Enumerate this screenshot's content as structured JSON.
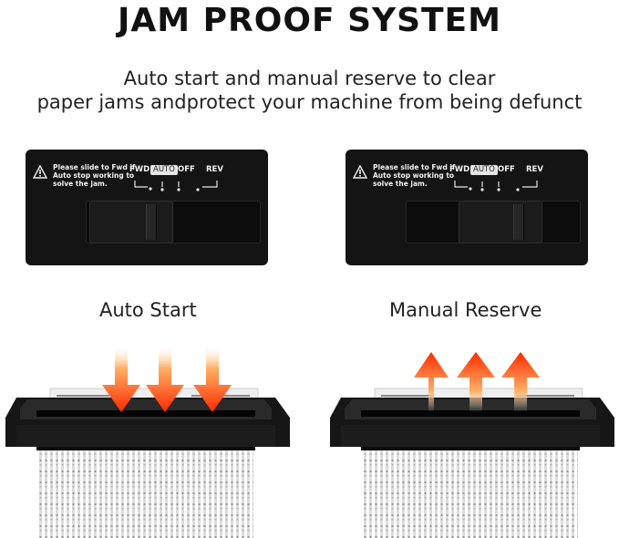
{
  "title": "JAM PROOF SYSTEM",
  "subtitle": {
    "line1": "Auto start and manual reserve to clear",
    "line2": "paper jams andprotect your machine from being defunct"
  },
  "panel": {
    "warning_lines": [
      "Please slide to Fwd if",
      "Auto stop working to",
      "solve the jam."
    ],
    "labels": {
      "fwd": "FWD",
      "auto": "AUTO",
      "off": "OFF",
      "rev": "REV"
    }
  },
  "modes": [
    {
      "label": "Auto Start",
      "arrow_direction": "down",
      "selected_position": "AUTO"
    },
    {
      "label": "Manual Reserve",
      "arrow_direction": "up",
      "selected_position": "FWD"
    }
  ],
  "icons": [
    "warning-icon",
    "arrow-down-icon",
    "arrow-up-icon",
    "shredder-icon"
  ],
  "colors": {
    "panel": "#141414",
    "arrow_top": "#ff2a00",
    "arrow_bottom": "#ffb066",
    "shredder": "#161616"
  }
}
